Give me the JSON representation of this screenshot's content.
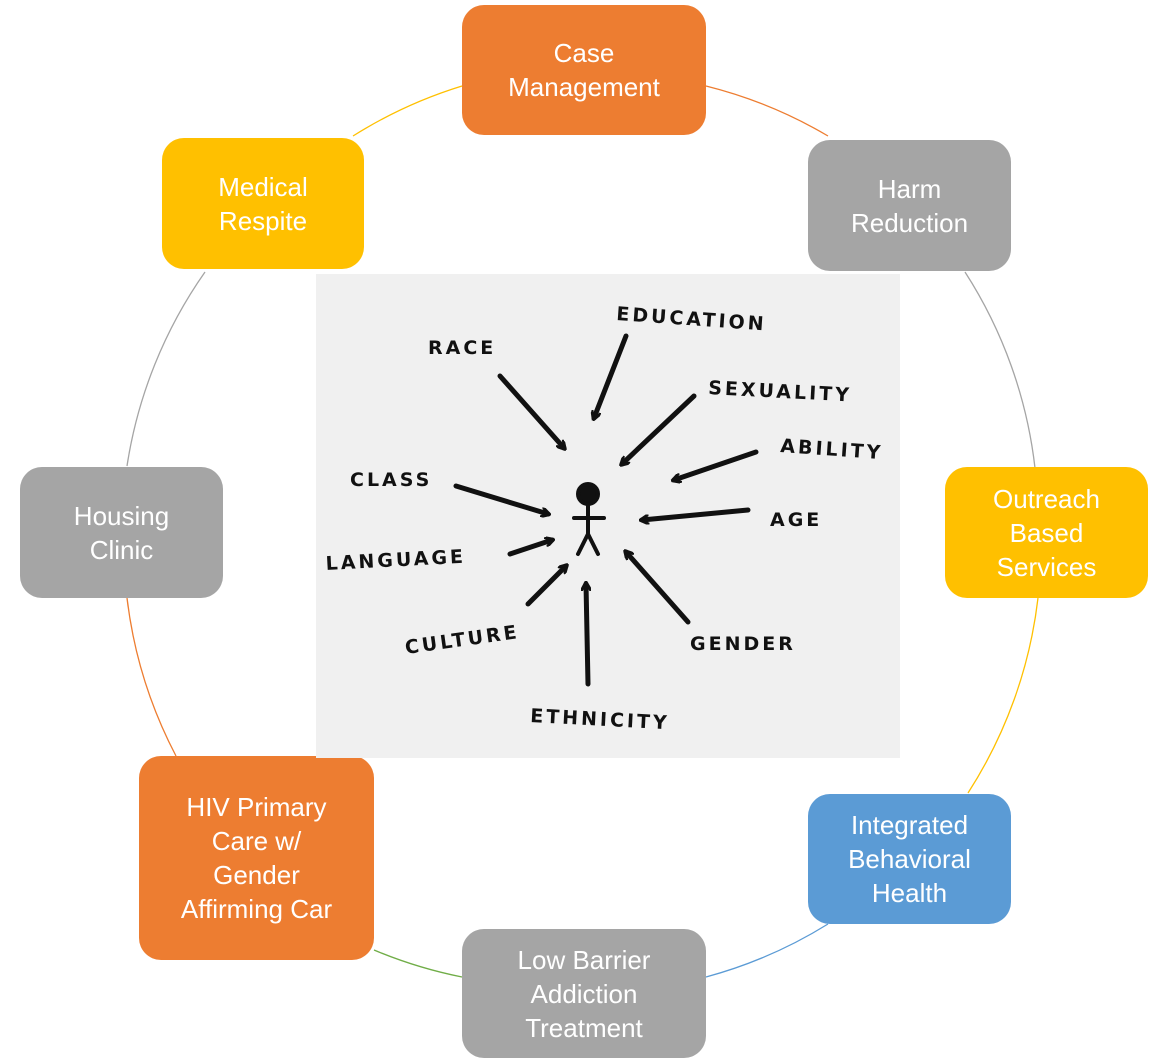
{
  "colors": {
    "orange": "#ED7D31",
    "gray": "#A5A5A5",
    "yellow": "#FFC000",
    "blue": "#5B9BD5",
    "green": "#70AD47",
    "text": "#FFFFFF",
    "sketch_ink": "#111111",
    "photo_background": "#F0F0F0"
  },
  "cycle": [
    {
      "label": "Case\nManagement",
      "color": "orange"
    },
    {
      "label": "Harm\nReduction",
      "color": "gray"
    },
    {
      "label": "Outreach\nBased\nServices",
      "color": "yellow"
    },
    {
      "label": "Integrated\nBehavioral\nHealth",
      "color": "blue"
    },
    {
      "label": "Low Barrier\nAddiction\nTreatment",
      "color": "gray"
    },
    {
      "label": "HIV Primary\nCare w/\nGender\nAffirming Car",
      "color": "orange"
    },
    {
      "label": "Housing\nClinic",
      "color": "gray"
    },
    {
      "label": "Medical\nRespite",
      "color": "yellow"
    }
  ],
  "connectors": [
    "orange",
    "gray",
    "yellow",
    "blue",
    "green",
    "orange",
    "gray",
    "yellow"
  ],
  "center_sketch": {
    "description_icon": "stick-figure-icon",
    "words": {
      "education": "EDUCATION",
      "race": "RACE",
      "sexuality": "SEXUALITY",
      "ability": "ABILITY",
      "class": "CLASS",
      "age": "AGE",
      "language": "LANGUAGE",
      "culture": "CULTURE",
      "gender": "GENDER",
      "ethnicity": "ETHNICITY"
    }
  }
}
